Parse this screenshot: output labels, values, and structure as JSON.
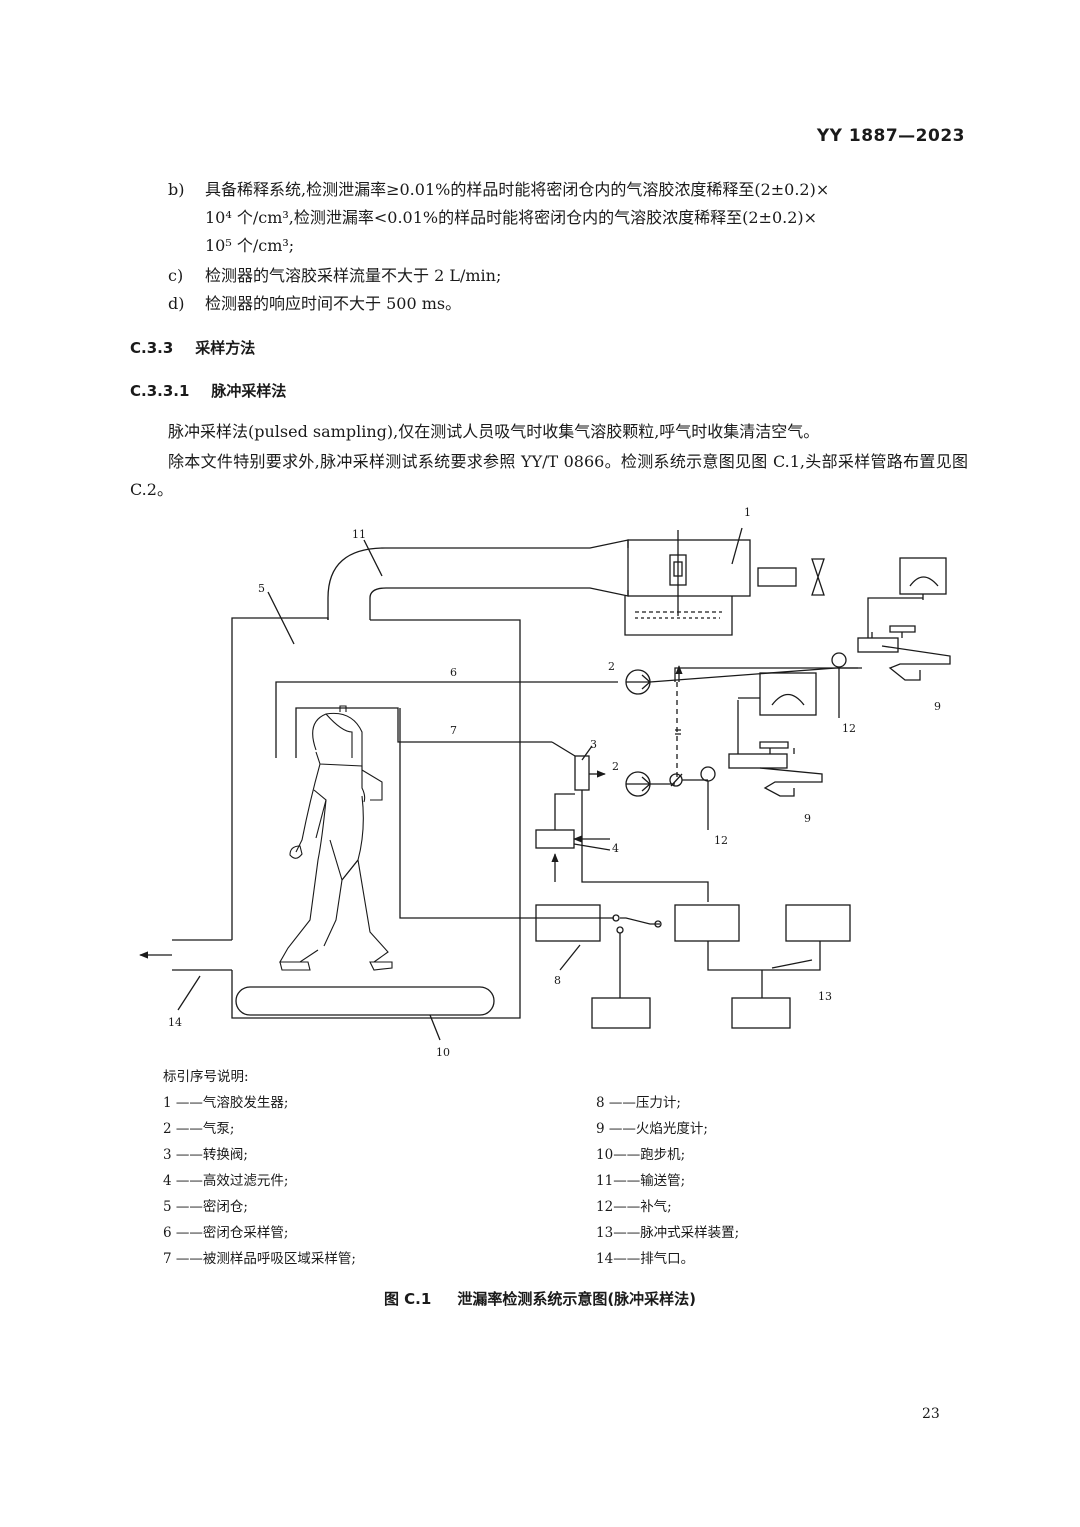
{
  "header": {
    "standard_code": "YY 1887—2023"
  },
  "requirements": [
    {
      "marker": "b)",
      "lines": [
        "具备稀释系统,检测泄漏率≥0.01%的样品时能将密闭仓内的气溶胶浓度稀释至(2±0.2)×",
        "10⁴ 个/cm³,检测泄漏率<0.01%的样品时能将密闭仓内的气溶胶浓度稀释至(2±0.2)×",
        "10⁵ 个/cm³;"
      ]
    },
    {
      "marker": "c)",
      "lines": [
        "检测器的气溶胶采样流量不大于 2 L/min;"
      ]
    },
    {
      "marker": "d)",
      "lines": [
        "检测器的响应时间不大于 500 ms。"
      ]
    }
  ],
  "section": {
    "number": "C.3.3",
    "title": "采样方法"
  },
  "subsection": {
    "number": "C.3.3.1",
    "title": "脉冲采样法"
  },
  "paragraphs": [
    "脉冲采样法(pulsed sampling),仅在测试人员吸气时收集气溶胶颗粒,呼气时收集清洁空气。",
    "除本文件特别要求外,脉冲采样测试系统要求参照 YY/T 0866。检测系统示意图见图 C.1,头部采样管路布置见图 C.2。"
  ],
  "figure": {
    "callouts": [
      "1",
      "2",
      "2",
      "3",
      "4",
      "5",
      "6",
      "7",
      "8",
      "9",
      "9",
      "10",
      "11",
      "12",
      "12",
      "13",
      "14"
    ]
  },
  "legend": {
    "title": "标引序号说明:",
    "left": [
      {
        "num": "1",
        "label": "——气溶胶发生器;"
      },
      {
        "num": "2",
        "label": "——气泵;"
      },
      {
        "num": "3",
        "label": "——转换阀;"
      },
      {
        "num": "4",
        "label": "——高效过滤元件;"
      },
      {
        "num": "5",
        "label": "——密闭仓;"
      },
      {
        "num": "6",
        "label": "——密闭仓采样管;"
      },
      {
        "num": "7",
        "label": "——被测样品呼吸区域采样管;"
      }
    ],
    "right": [
      {
        "num": "8",
        "label": "——压力计;"
      },
      {
        "num": "9",
        "label": "——火焰光度计;"
      },
      {
        "num": "10",
        "label": "——跑步机;"
      },
      {
        "num": "11",
        "label": "——输送管;"
      },
      {
        "num": "12",
        "label": "——补气;"
      },
      {
        "num": "13",
        "label": "——脉冲式采样装置;"
      },
      {
        "num": "14",
        "label": "——排气口。"
      }
    ]
  },
  "caption": {
    "number": "图 C.1",
    "title": "泄漏率检测系统示意图(脉冲采样法)"
  },
  "page_number": "23"
}
